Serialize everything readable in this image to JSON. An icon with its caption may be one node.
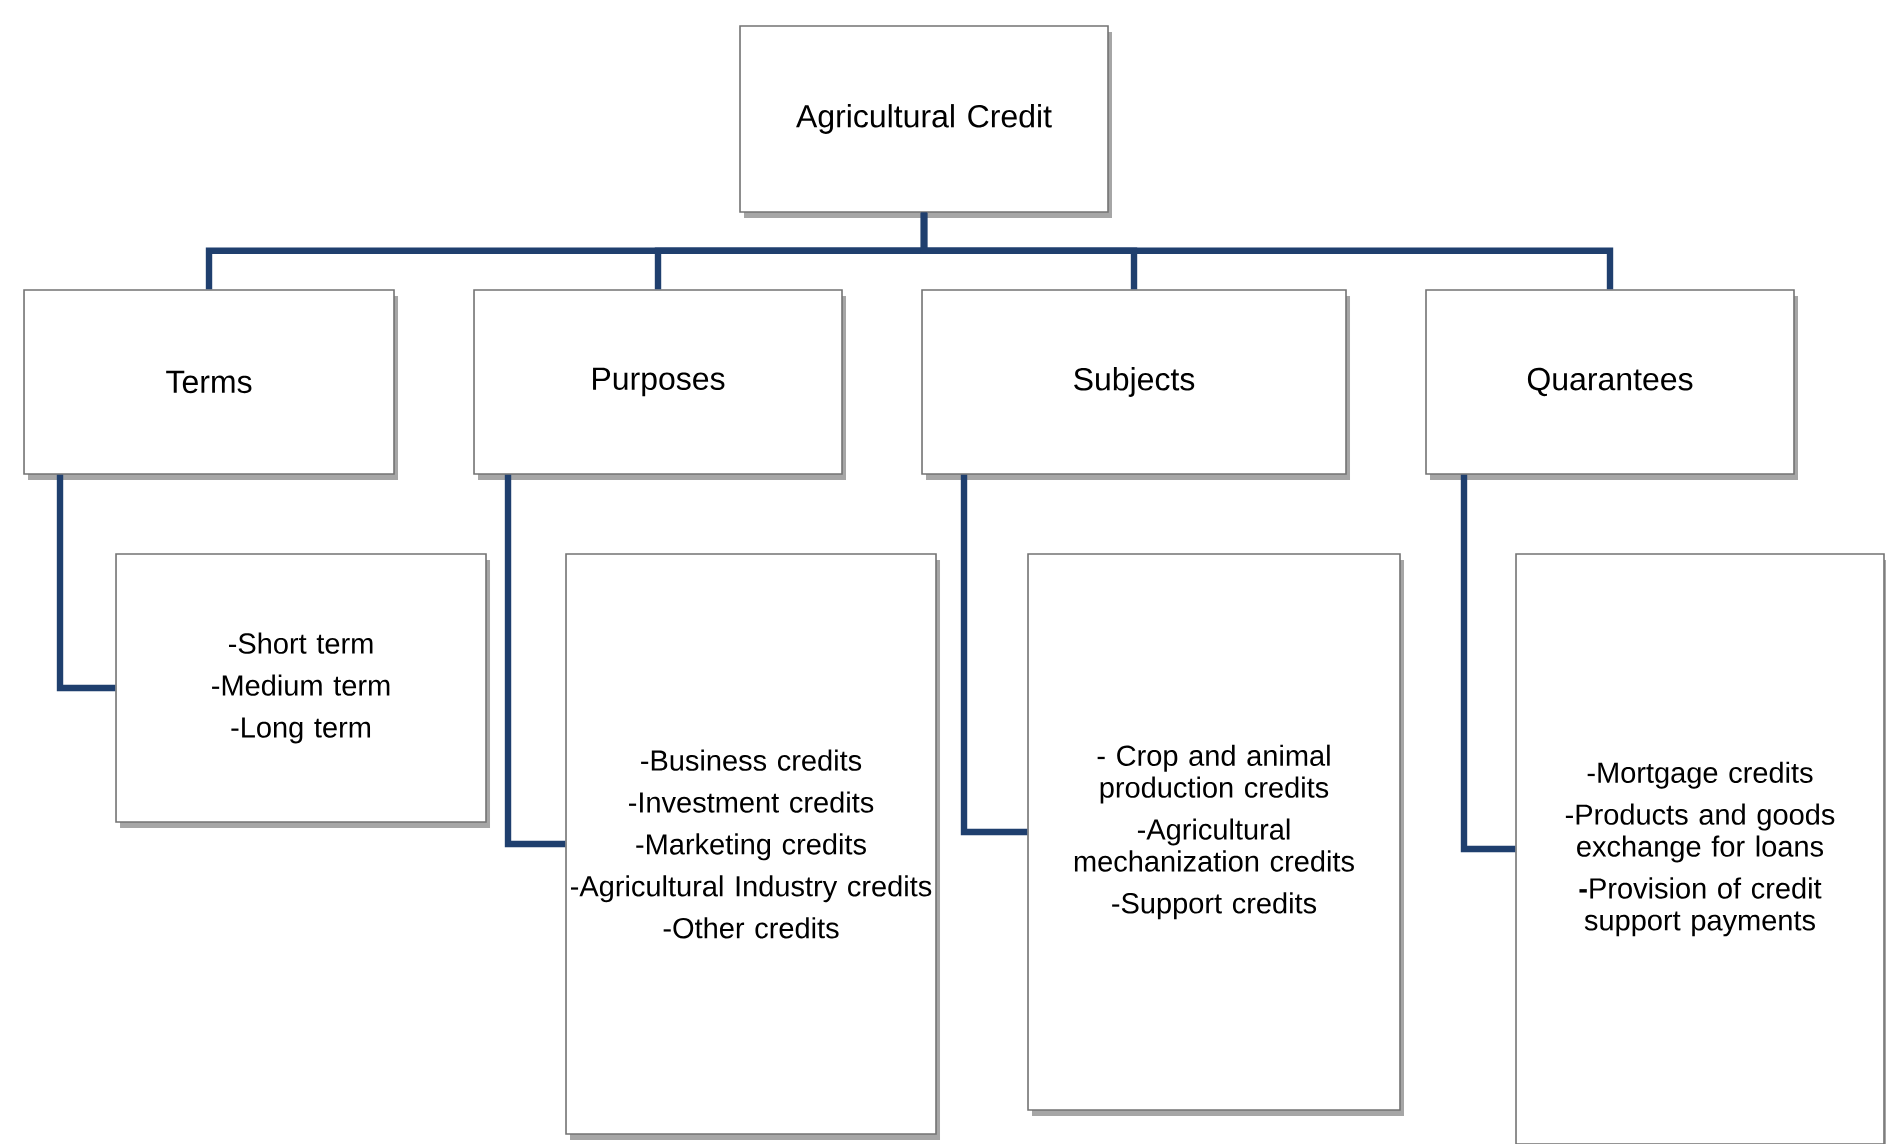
{
  "diagram": {
    "nodes": [
      {
        "text": [
          "Agricultural Credit"
        ]
      },
      {
        "text": [
          "Terms"
        ]
      },
      {
        "text": [
          "Purposes"
        ]
      },
      {
        "text": [
          "Subjects"
        ]
      },
      {
        "text": [
          "Quarantees"
        ]
      },
      {
        "text": [
          "-Short term",
          "-Medium term",
          "-Long term"
        ]
      },
      {
        "text": [
          "-Business credits",
          "-Investment credits",
          "-Marketing credits",
          "-Agricultural Industry credits",
          "-Other credits"
        ]
      },
      {
        "text": [
          "- Crop and animal production credits",
          "-Agricultural mechanization credits",
          "-Support credits"
        ]
      },
      {
        "text": [
          "-Mortgage credits",
          "-Products and goods exchange for loans",
          "**-**Provision of credit support payments"
        ]
      }
    ],
    "edges": [
      {
        "from": 0,
        "to": 1,
        "arrow": "none"
      },
      {
        "from": 0,
        "to": 2,
        "arrow": "none"
      },
      {
        "from": 0,
        "to": 3,
        "arrow": "none"
      },
      {
        "from": 0,
        "to": 4,
        "arrow": "none"
      },
      {
        "from": 1,
        "to": 5,
        "arrow": "none"
      },
      {
        "from": 2,
        "to": 6,
        "arrow": "none"
      },
      {
        "from": 3,
        "to": 7,
        "arrow": "none"
      },
      {
        "from": 4,
        "to": 8,
        "arrow": "none"
      }
    ]
  }
}
